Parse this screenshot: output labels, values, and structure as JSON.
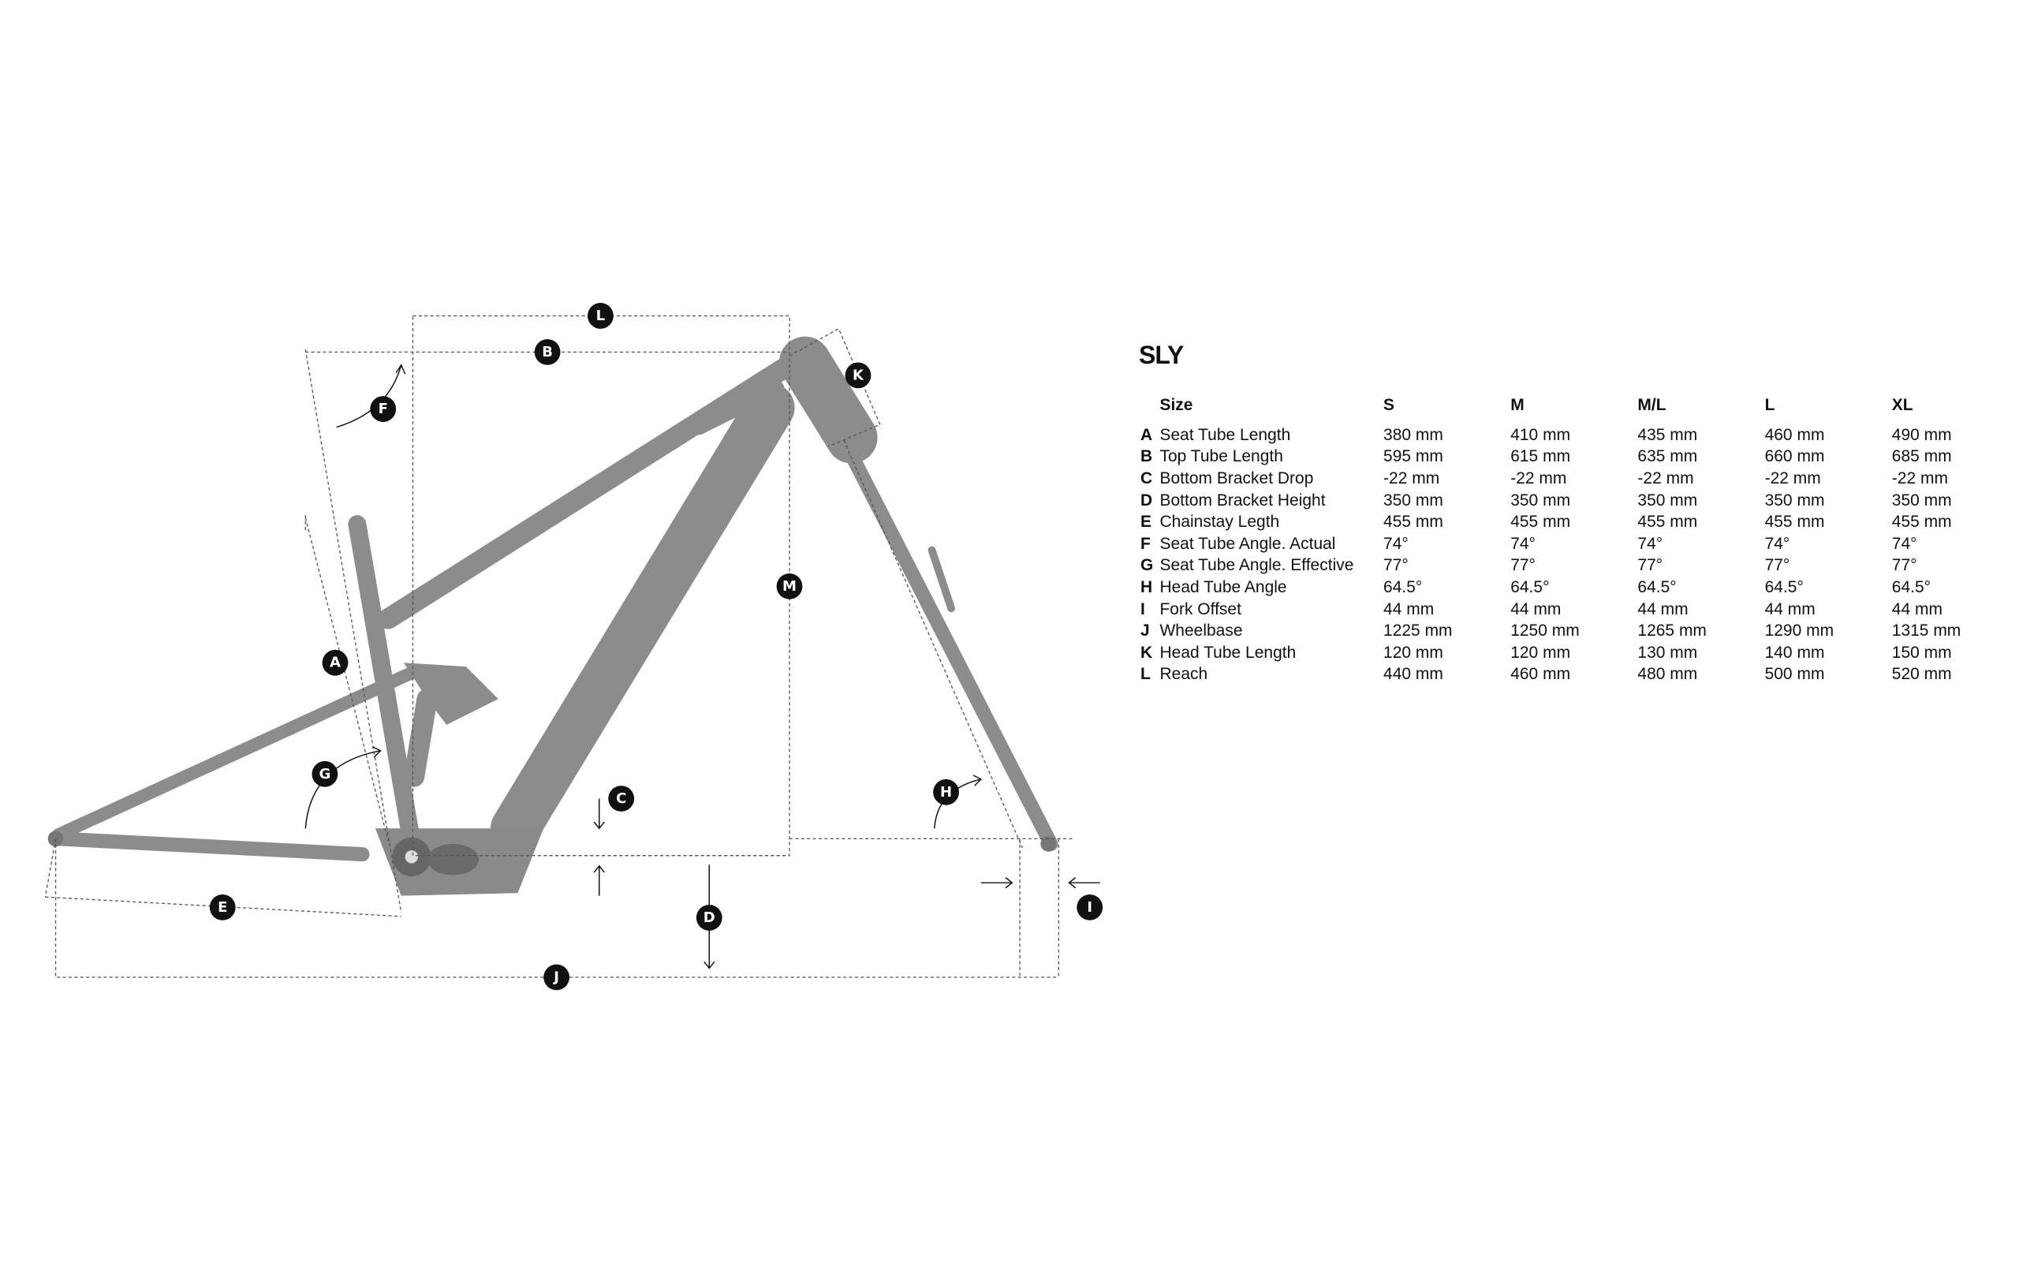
{
  "title": "SLY",
  "diagram_labels": [
    "A",
    "B",
    "C",
    "D",
    "E",
    "F",
    "G",
    "H",
    "I",
    "J",
    "K",
    "L",
    "M"
  ],
  "table": {
    "size_header": "Size",
    "sizes": [
      "S",
      "M",
      "M/L",
      "L",
      "XL"
    ],
    "rows": [
      {
        "letter": "A",
        "name": "Seat Tube Length",
        "values": [
          "380 mm",
          "410 mm",
          "435 mm",
          "460 mm",
          "490 mm"
        ]
      },
      {
        "letter": "B",
        "name": "Top Tube Length",
        "values": [
          "595 mm",
          "615 mm",
          "635 mm",
          "660 mm",
          "685 mm"
        ]
      },
      {
        "letter": "C",
        "name": "Bottom Bracket Drop",
        "values": [
          "-22 mm",
          "-22 mm",
          "-22 mm",
          "-22 mm",
          "-22 mm"
        ]
      },
      {
        "letter": "D",
        "name": "Bottom Bracket Height",
        "values": [
          "350 mm",
          "350 mm",
          "350 mm",
          "350 mm",
          "350 mm"
        ]
      },
      {
        "letter": "E",
        "name": "Chainstay Legth",
        "values": [
          "455 mm",
          "455 mm",
          "455 mm",
          "455 mm",
          "455 mm"
        ]
      },
      {
        "letter": "F",
        "name": "Seat Tube Angle. Actual",
        "values": [
          "74°",
          "74°",
          "74°",
          "74°",
          "74°"
        ]
      },
      {
        "letter": "G",
        "name": "Seat Tube Angle. Effective",
        "values": [
          "77°",
          "77°",
          "77°",
          "77°",
          "77°"
        ]
      },
      {
        "letter": "H",
        "name": "Head Tube Angle",
        "values": [
          "64.5°",
          "64.5°",
          "64.5°",
          "64.5°",
          "64.5°"
        ]
      },
      {
        "letter": "I",
        "name": "Fork Offset",
        "values": [
          "44 mm",
          "44 mm",
          "44 mm",
          "44 mm",
          "44 mm"
        ]
      },
      {
        "letter": "J",
        "name": "Wheelbase",
        "values": [
          "1225 mm",
          "1250 mm",
          "1265 mm",
          "1290 mm",
          "1315 mm"
        ]
      },
      {
        "letter": "K",
        "name": "Head Tube Length",
        "values": [
          "120 mm",
          "120 mm",
          "130 mm",
          "140 mm",
          "150 mm"
        ]
      },
      {
        "letter": "L",
        "name": "Reach",
        "values": [
          "440 mm",
          "460 mm",
          "480 mm",
          "500 mm",
          "520 mm"
        ]
      }
    ]
  }
}
